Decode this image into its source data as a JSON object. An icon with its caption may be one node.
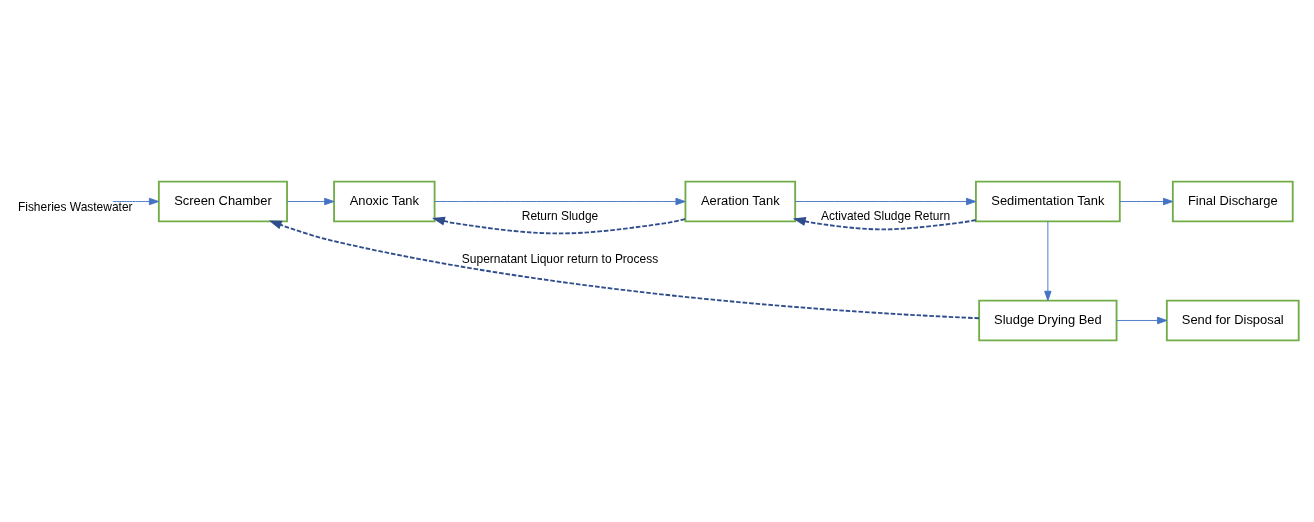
{
  "diagram": {
    "nodes": [
      {
        "text": [
          "Screen Chamber"
        ]
      },
      {
        "text": [
          "Anoxic Tank"
        ]
      },
      {
        "text": [
          "Aeration Tank"
        ]
      },
      {
        "text": [
          "Sedimentation Tank"
        ]
      },
      {
        "text": [
          "Final Discharge"
        ]
      },
      {
        "text": [
          "Sludge Drying Bed"
        ]
      },
      {
        "text": [
          "Send for Disposal"
        ]
      }
    ],
    "edges": [
      {
        "from": null,
        "to": 0,
        "arrow": "to",
        "label": "Fisheries Wastewater"
      },
      {
        "from": 0,
        "to": 1,
        "arrow": "to"
      },
      {
        "from": 1,
        "to": 2,
        "arrow": "to"
      },
      {
        "from": 2,
        "to": 3,
        "arrow": "to"
      },
      {
        "from": 3,
        "to": 4,
        "arrow": "to"
      },
      {
        "from": 3,
        "to": 5,
        "arrow": "to"
      },
      {
        "from": 5,
        "to": 6,
        "arrow": "to"
      },
      {
        "from": 3,
        "to": 2,
        "arrow": "to",
        "label": "Activated Sludge Return",
        "style": "dashed",
        "color": "#2f4d8c"
      },
      {
        "from": 2,
        "to": 1,
        "arrow": "to",
        "label": "Return Sludge",
        "style": "dashed",
        "color": "#2f4d8c"
      },
      {
        "from": 5,
        "to": 0,
        "arrow": "to",
        "label": "Supernatant Liquor return to Process",
        "style": "dashed",
        "color": "#2f4d8c"
      }
    ]
  }
}
